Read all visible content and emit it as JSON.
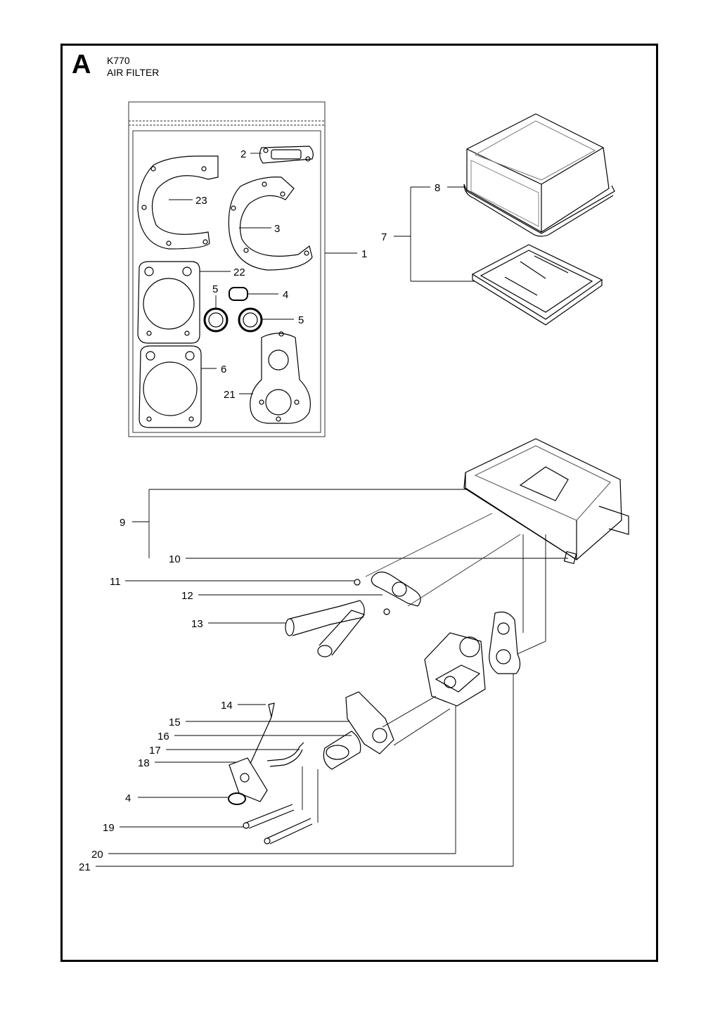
{
  "header": {
    "section_letter": "A",
    "model": "K770",
    "title": "AIR FILTER"
  },
  "callouts": [
    "2",
    "23",
    "3",
    "1",
    "22",
    "5",
    "4",
    "5",
    "6",
    "21",
    "8",
    "7",
    "9",
    "10",
    "11",
    "12",
    "13",
    "14",
    "15",
    "16",
    "17",
    "18",
    "4",
    "19",
    "20",
    "21"
  ]
}
